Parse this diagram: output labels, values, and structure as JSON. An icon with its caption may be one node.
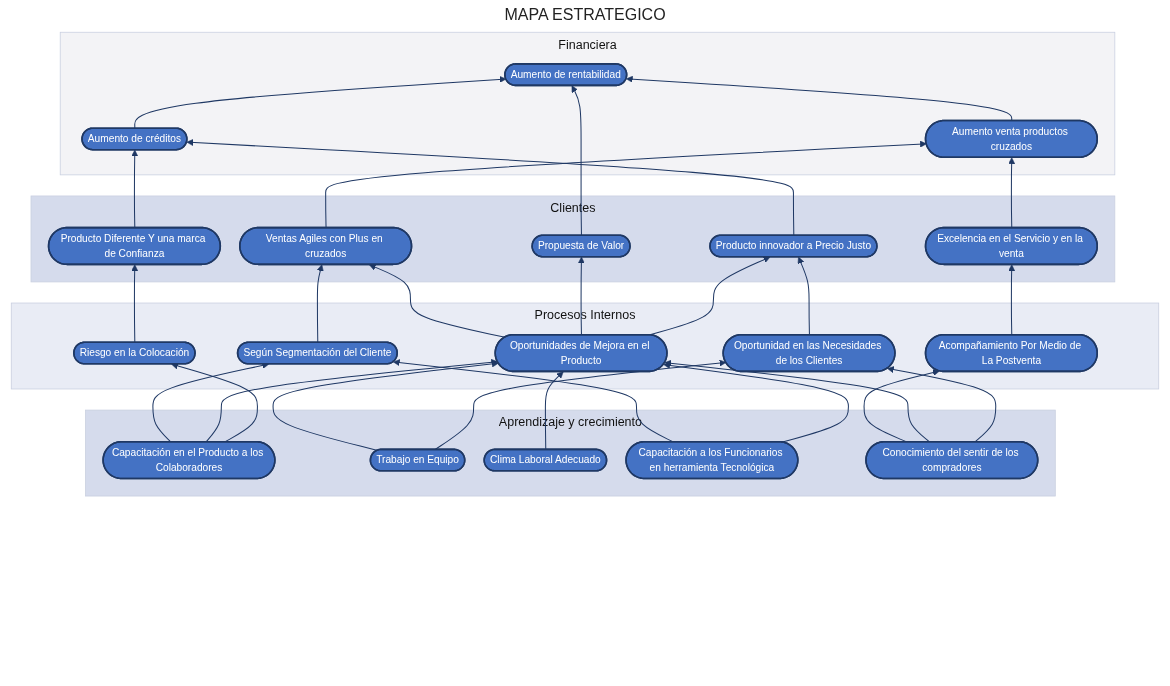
{
  "diagram": {
    "title": "MAPA ESTRATEGICO",
    "nodes": [
      {
        "text": [
          "Financiera"
        ]
      },
      {
        "text": [
          "Aumento de créditos"
        ],
        "in": 0
      },
      {
        "text": [
          "Aumento de rentabilidad"
        ],
        "in": 0
      },
      {
        "text": [
          "Aumento venta productos cruzados"
        ],
        "in": 0
      },
      {
        "text": [
          "Clientes"
        ]
      },
      {
        "text": [
          "Producto Diferente Y una marca de Confianza"
        ],
        "in": 4
      },
      {
        "text": [
          "Producto innovador a Precio Justo"
        ],
        "in": 4
      },
      {
        "text": [
          "Propuesta de Valor"
        ],
        "in": 4
      },
      {
        "text": [
          "Ventas Agiles con Plus en cruzados"
        ],
        "in": 4
      },
      {
        "text": [
          "Excelencia en el Servicio y en la venta"
        ],
        "in": 4
      },
      {
        "text": [
          "Procesos Internos"
        ]
      },
      {
        "text": [
          "Riesgo en la Colocación"
        ],
        "in": 10
      },
      {
        "text": [
          "Oportunidad en las Necesidades de los Clientes"
        ],
        "in": 10
      },
      {
        "text": [
          "Oportunidades de Mejora en el Producto"
        ],
        "in": 10
      },
      {
        "text": [
          "Según Segmentación del Cliente"
        ],
        "in": 10
      },
      {
        "text": [
          "Acompañamiento Por Medio de La Postventa"
        ],
        "in": 10
      },
      {
        "text": [
          "Aprendizaje y crecimiento"
        ]
      },
      {
        "text": [
          "Capacitación en el Producto a los Colaboradores"
        ],
        "in": 16
      },
      {
        "text": [
          "Trabajo en Equipo"
        ],
        "in": 16
      },
      {
        "text": [
          "Clima Laboral Adecuado"
        ],
        "in": 16
      },
      {
        "text": [
          "Capacitación a los Funcionarios en herramienta Tecnológica"
        ],
        "in": 16
      },
      {
        "text": [
          "Conocimiento del sentir de los compradores"
        ],
        "in": 16
      }
    ],
    "edges": [
      {
        "from": 1,
        "to": 2,
        "arrow": "to"
      },
      {
        "from": 3,
        "to": 2,
        "arrow": "to"
      },
      {
        "from": 5,
        "to": 1,
        "arrow": "to"
      },
      {
        "from": 6,
        "to": 1,
        "arrow": "to"
      },
      {
        "from": 7,
        "to": 2,
        "arrow": "to"
      },
      {
        "from": 8,
        "to": 3,
        "arrow": "to"
      },
      {
        "from": 9,
        "to": 3,
        "arrow": "to"
      },
      {
        "from": 11,
        "to": 5,
        "arrow": "to"
      },
      {
        "from": 12,
        "to": 6,
        "arrow": "to"
      },
      {
        "from": 13,
        "to": 6,
        "arrow": "to"
      },
      {
        "from": 13,
        "to": 7,
        "arrow": "to"
      },
      {
        "from": 13,
        "to": 8,
        "arrow": "to"
      },
      {
        "from": 14,
        "to": 8,
        "arrow": "to"
      },
      {
        "from": 15,
        "to": 9,
        "arrow": "to"
      },
      {
        "from": 17,
        "to": 11,
        "arrow": "to"
      },
      {
        "from": 17,
        "to": 13,
        "arrow": "to"
      },
      {
        "from": 17,
        "to": 14,
        "arrow": "to"
      },
      {
        "from": 18,
        "to": 12,
        "arrow": "to"
      },
      {
        "from": 18,
        "to": 13,
        "arrow": "to"
      },
      {
        "from": 19,
        "to": 13,
        "arrow": "to"
      },
      {
        "from": 20,
        "to": 13,
        "arrow": "to"
      },
      {
        "from": 20,
        "to": 14,
        "arrow": "to"
      },
      {
        "from": 21,
        "to": 12,
        "arrow": "to"
      },
      {
        "from": 21,
        "to": 13,
        "arrow": "to"
      },
      {
        "from": 21,
        "to": 15,
        "arrow": "to"
      }
    ]
  }
}
